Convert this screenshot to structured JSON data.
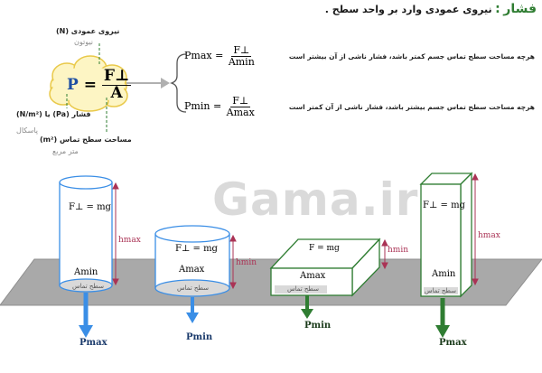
{
  "header": {
    "term": "فشار",
    "colon": ":",
    "definition": "نیروی عمودی وارد بر واحد سطح ."
  },
  "formula": {
    "p": "P",
    "eq": "=",
    "num": "F⊥",
    "den": "A"
  },
  "labels": {
    "force": "نیروی عمودی (N)",
    "force_unit": "نیوتون",
    "pressure": "فشار (Pa) یا (N/m²)",
    "pressure_unit": "پاسکال",
    "area": "مساحت سطح تماس (m²)",
    "area_unit": "متر مربع"
  },
  "rules": [
    {
      "lhs": "Pmax",
      "num": "F⊥",
      "den": "Amin",
      "text": "هرچه مساحت سطح تماس جسم کمتر باشد، فشار ناشی از آن بیشتر است"
    },
    {
      "lhs": "Pmin",
      "num": "F⊥",
      "den": "Amax",
      "text": "هرچه مساحت سطح تماس جسم بیشتر باشد، فشار ناشی از آن کمتر است"
    }
  ],
  "watermark": "Gama.ir",
  "objects": [
    {
      "force": "F⊥ = mg",
      "area": "Amin",
      "surface": "سطح تماس",
      "height": "hmax",
      "pressure": "Pmax"
    },
    {
      "force": "F⊥ = mg",
      "area": "Amax",
      "surface": "سطح تماس",
      "height": "hmin",
      "pressure": "Pmin"
    },
    {
      "force": "F = mg",
      "area": "Amax",
      "surface": "سطح تماس",
      "height": "hmin",
      "pressure": "Pmin"
    },
    {
      "force": "F⊥ = mg",
      "area": "Amin",
      "surface": "سطح تماس",
      "height": "hmax",
      "pressure": "Pmax"
    }
  ],
  "colors": {
    "blue": "#3a8ee6",
    "green": "#2f7d32",
    "cloud": "#fdf5c4",
    "cloud_border": "#e9c94a",
    "table": "#a9a9a9"
  }
}
